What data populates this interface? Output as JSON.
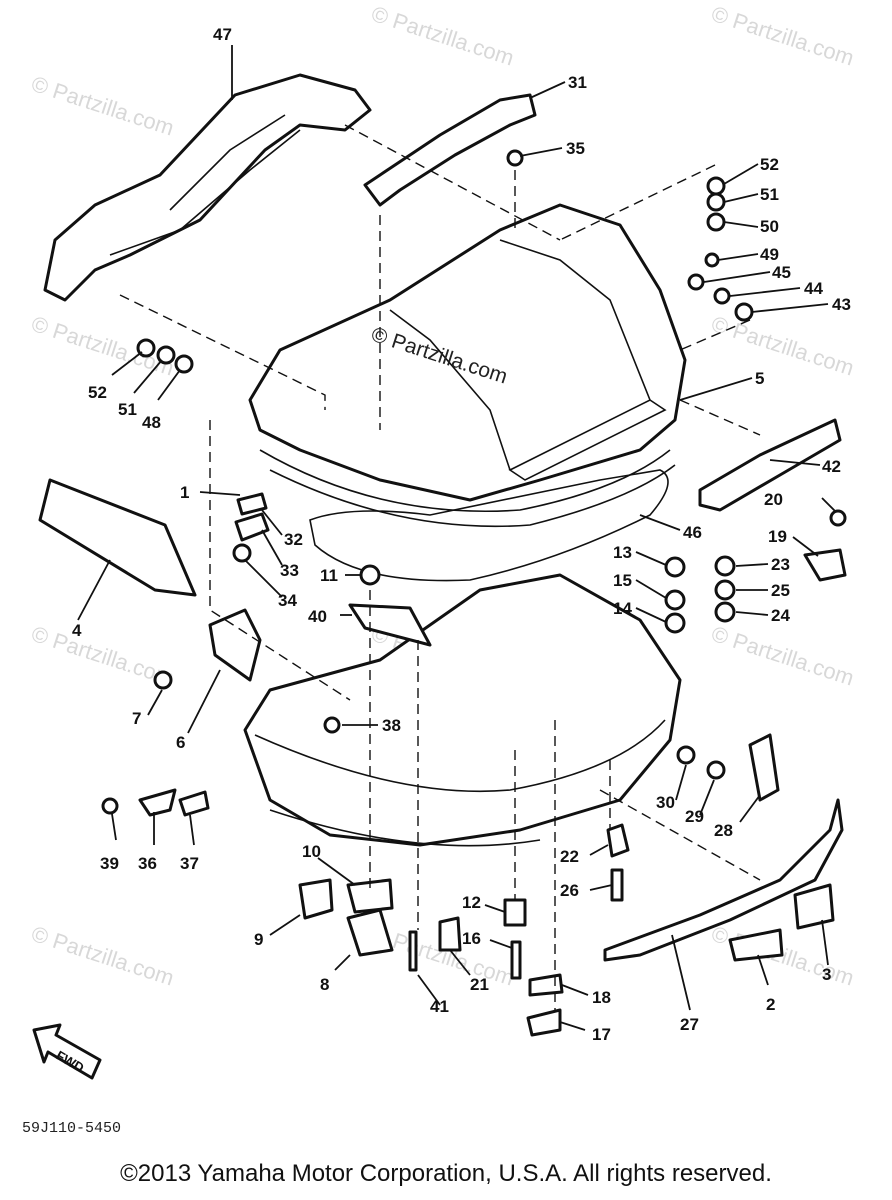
{
  "watermark": "© Partzilla.com",
  "center_watermark": "© Partzilla.com",
  "diagram_code": "59J110-5450",
  "copyright": "©2013 Yamaha Motor Corporation, U.S.A. All rights reserved.",
  "fwd_label": "FWD",
  "callouts": [
    "47",
    "31",
    "35",
    "52",
    "51",
    "50",
    "49",
    "45",
    "44",
    "43",
    "52",
    "51",
    "48",
    "5",
    "42",
    "1",
    "4",
    "32",
    "33",
    "34",
    "11",
    "40",
    "46",
    "20",
    "19",
    "13",
    "15",
    "14",
    "23",
    "25",
    "24",
    "7",
    "6",
    "38",
    "30",
    "29",
    "28",
    "39",
    "36",
    "37",
    "10",
    "9",
    "8",
    "12",
    "16",
    "21",
    "41",
    "22",
    "26",
    "18",
    "17",
    "27",
    "2",
    "3"
  ]
}
